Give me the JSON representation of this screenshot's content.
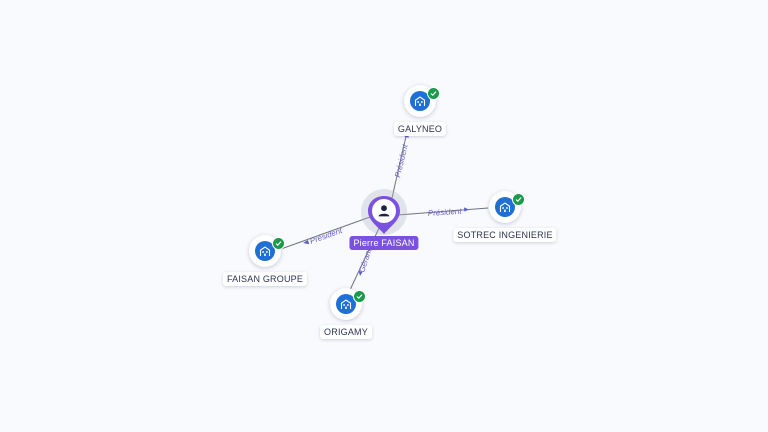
{
  "graph": {
    "center": {
      "name": "Pierre FAISAN",
      "icon": "person-icon",
      "color": "#7b52e0"
    },
    "companies": [
      {
        "name": "GALYNEO",
        "relation": "Président",
        "icon": "building-icon",
        "verified": true
      },
      {
        "name": "SOTREC INGENIERIE",
        "relation": "Président",
        "icon": "building-icon",
        "verified": true
      },
      {
        "name": "FAISAN GROUPE",
        "relation": "Président",
        "icon": "building-icon",
        "verified": true
      },
      {
        "name": "ORIGAMY",
        "relation": "Gérant",
        "icon": "building-icon",
        "verified": true
      }
    ],
    "colors": {
      "company_icon": "#1f6fd6",
      "verified_badge": "#1a9a4b",
      "relation_label": "#6b5fc7",
      "background": "#f8fafd"
    }
  }
}
